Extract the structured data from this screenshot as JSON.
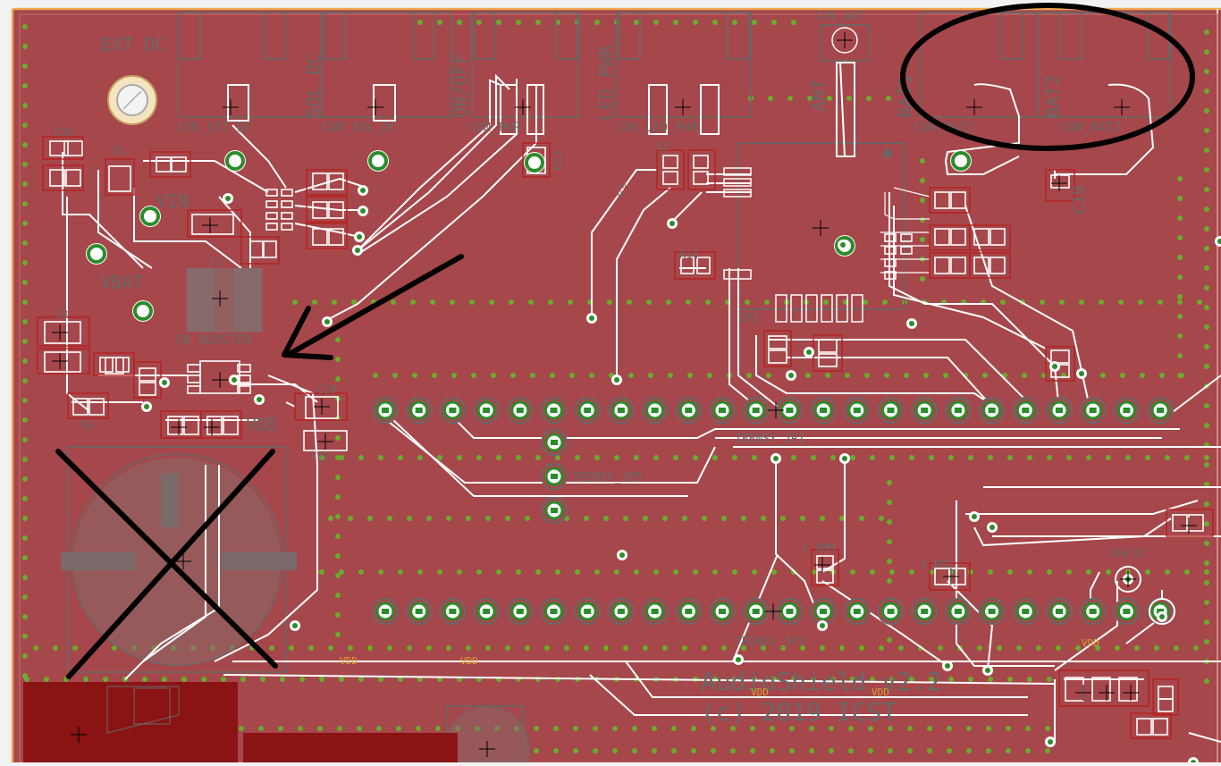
{
  "board": {
    "colors": {
      "board_fill": "#a6474b",
      "board_outline": "#f0a850",
      "silk": "#686868",
      "trace": "#ffffff",
      "via": "#6aab2e",
      "pad_ring": "#2a8c2a",
      "smd_box": "#b62020",
      "dark_copper": "#8a1414",
      "annotation": "#000000"
    }
  },
  "texts": {
    "ext_dc": "EXT DC",
    "sol_dc": "SOL DC",
    "on_off": "ON/OFF",
    "led_pwr": "LED PWR",
    "ant": "ANT",
    "bat1": "BAT1",
    "bat2": "BAT2",
    "con_ant": "CON_ANT",
    "con_ext_dc": "CON_EXT_DC",
    "con_sol_dc": "CON_SOL_DC",
    "con_pwr": "CON_PWR",
    "con_led_pwr": "CON_LED_PWR",
    "con_bat1": "CON_BAT1",
    "con_bat2": "CON_BAT2",
    "vin": "VIN",
    "vbat": "VBAT",
    "vdd": "VDD",
    "pb_booster": "PB_BOOSTER",
    "gps": "GPS",
    "teensy_jp1": "TEENSY_JP1",
    "teensy_jp2": "TEENSY_JP2",
    "teensy_jp5": "TEENSY_JP5",
    "audioshield_line1": "AudioShield v2.2",
    "audioshield_line2": "(c) 2019 ICST",
    "c_bmm": "C_BMM",
    "c_bmi": "C_BMI",
    "usb_dc": "USB_DC",
    "c19": "C19",
    "c35": "C35",
    "c8": "C8",
    "c20": "C20",
    "c22": "C22",
    "l2": "L2",
    "u1": "U1",
    "r23": "R23",
    "r14": "R14",
    "e2": "E2",
    "f2": "F2",
    "p6": "P6",
    "lo_labels": [
      "VDD",
      "VDD",
      "VDD",
      "VDD",
      "VDD"
    ]
  }
}
